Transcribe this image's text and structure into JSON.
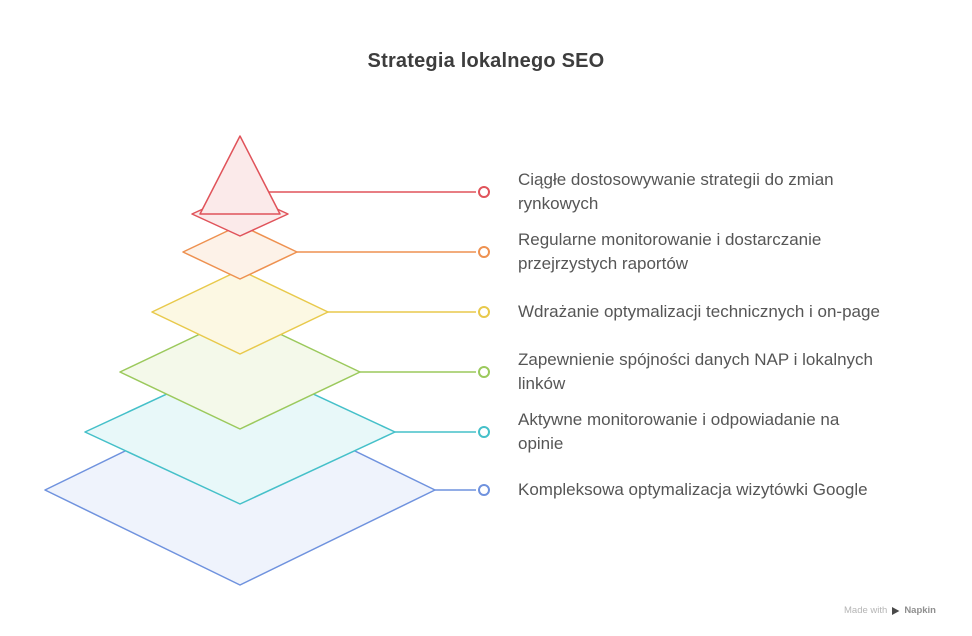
{
  "title": "Strategia lokalnego SEO",
  "pyramid": {
    "levels": [
      {
        "label": "Ciągłe dostosowywanie strategii do zmian\nrynkowych",
        "color": "#e0535a",
        "fill": "#fbeaea"
      },
      {
        "label": "Regularne monitorowanie i dostarczanie\nprzejrzystych raportów",
        "color": "#ee9150",
        "fill": "#fdf2e8"
      },
      {
        "label": "Wdrażanie optymalizacji technicznych i on-page",
        "color": "#e8c94b",
        "fill": "#fcf8e3"
      },
      {
        "label": "Zapewnienie spójności danych NAP i lokalnych\nlinków",
        "color": "#9bc95c",
        "fill": "#f4f9ea"
      },
      {
        "label": "Aktywne monitorowanie i odpowiadanie na\nopinie",
        "color": "#45c0c9",
        "fill": "#e8f8f9"
      },
      {
        "label": "Kompleksowa optymalizacja wizytówki Google",
        "color": "#6f92de",
        "fill": "#eff3fc"
      }
    ]
  },
  "footer": {
    "made_with": "Made with",
    "brand": "Napkin"
  }
}
